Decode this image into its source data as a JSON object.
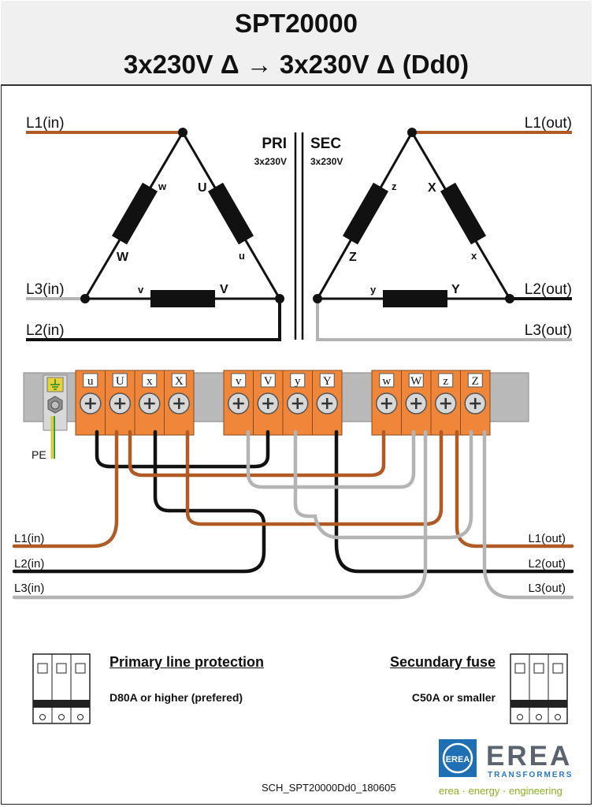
{
  "header": {
    "title": "SPT20000",
    "subtitle": "3x230V Δ → 3x230V Δ  (Dd0)"
  },
  "primary": {
    "label": "PRI",
    "voltage": "3x230V",
    "lines": {
      "l1": "L1(in)",
      "l2": "L2(in)",
      "l3": "L3(in)"
    },
    "coils": {
      "U": "U",
      "u": "u",
      "W": "W",
      "w": "w",
      "V": "V",
      "v": "v"
    }
  },
  "secondary": {
    "label": "SEC",
    "voltage": "3x230V",
    "lines": {
      "l1": "L1(out)",
      "l2": "L2(out)",
      "l3": "L3(out)"
    },
    "coils": {
      "X": "X",
      "x": "x",
      "Z": "Z",
      "z": "z",
      "Y": "Y",
      "y": "y"
    }
  },
  "terminals": {
    "group1": [
      "u",
      "U",
      "x",
      "X"
    ],
    "group2": [
      "v",
      "V",
      "y",
      "Y"
    ],
    "group3": [
      "w",
      "W",
      "z",
      "Z"
    ],
    "pe": "PE"
  },
  "bottom_lines": {
    "in": [
      "L1(in)",
      "L2(in)",
      "L3(in)"
    ],
    "out": [
      "L1(out)",
      "L2(out)",
      "L3(out)"
    ]
  },
  "protection": {
    "title": "Primary line protection",
    "value": "D80A or higher (prefered)"
  },
  "fuse": {
    "title": "Secundary fuse",
    "value": "C50A or smaller"
  },
  "footer": {
    "doc_ref": "SCH_SPT20000Dd0_180605",
    "brand": "EREA",
    "brand_sub": "TRANSFORMERS",
    "tagline": "erea · energy · engineering",
    "logo_text": "EREA"
  },
  "colors": {
    "brown": "#b05a26",
    "black": "#111111",
    "grey": "#b4b4b4",
    "terminal": "#f0863a",
    "rail": "#b9b9b9",
    "brand_blue": "#1f6fb4",
    "tag_green": "#8ab023"
  }
}
